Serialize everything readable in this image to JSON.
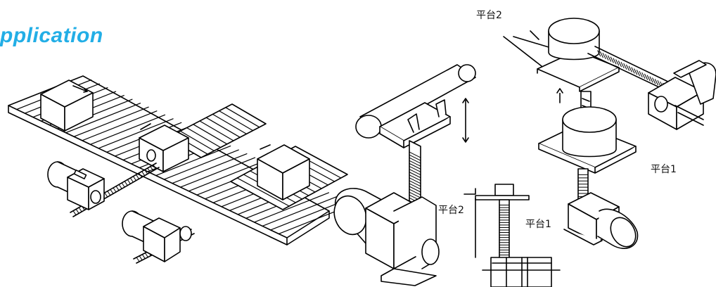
{
  "title": {
    "text": "pplication",
    "color": "#22aee6"
  },
  "labels": {
    "top_platform2": "平台2",
    "right_platform1": "平台1",
    "mid_platform2": "平台2",
    "mid_platform1": "平台1"
  }
}
